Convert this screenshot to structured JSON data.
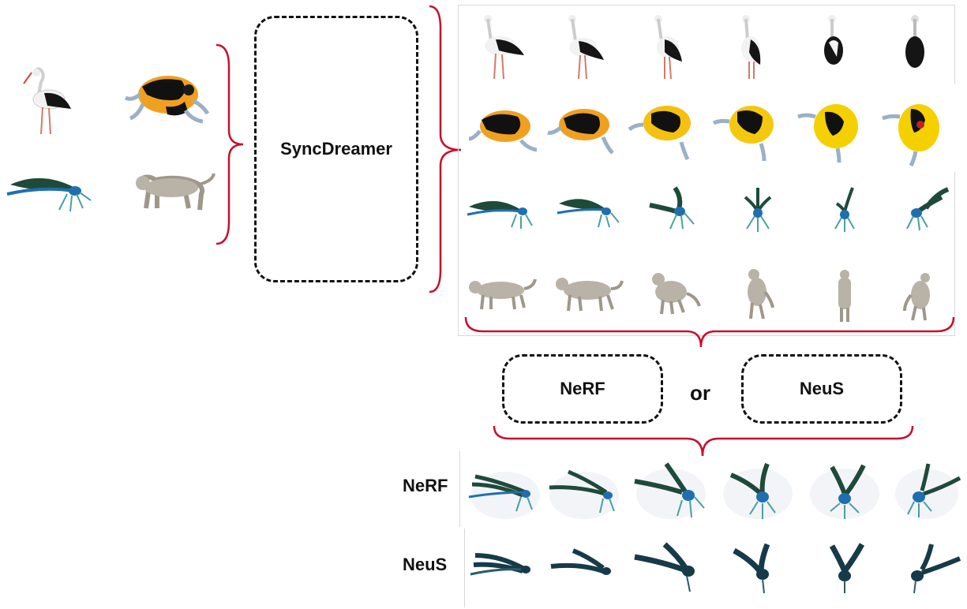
{
  "labels": {
    "main_model": "SyncDreamer",
    "recon_option_a": "NeRF",
    "recon_option_b": "NeuS",
    "or_word": "or",
    "row_nerf": "NeRF",
    "row_neus": "NeuS"
  },
  "inputs": [
    "stork",
    "frog",
    "dragonfly",
    "leopard"
  ],
  "view_rows": [
    {
      "subject": "stork",
      "views": 6
    },
    {
      "subject": "frog",
      "views": 6
    },
    {
      "subject": "dragonfly",
      "views": 6
    },
    {
      "subject": "leopard",
      "views": 6
    }
  ],
  "recon_rows": [
    "NeRF",
    "NeuS"
  ],
  "colors": {
    "brace": "#c8102e",
    "box_border": "#111111",
    "frame": "#d8d8d8",
    "stork_body": "#f2f2f2",
    "stork_wing": "#151515",
    "frog_black": "#111111",
    "frog_orange": "#f0a020",
    "frog_yellow": "#f5d000",
    "fly_body": "#1f6fb0",
    "fly_wing": "#1e4a3a",
    "leopard": "#b9b2a6"
  }
}
